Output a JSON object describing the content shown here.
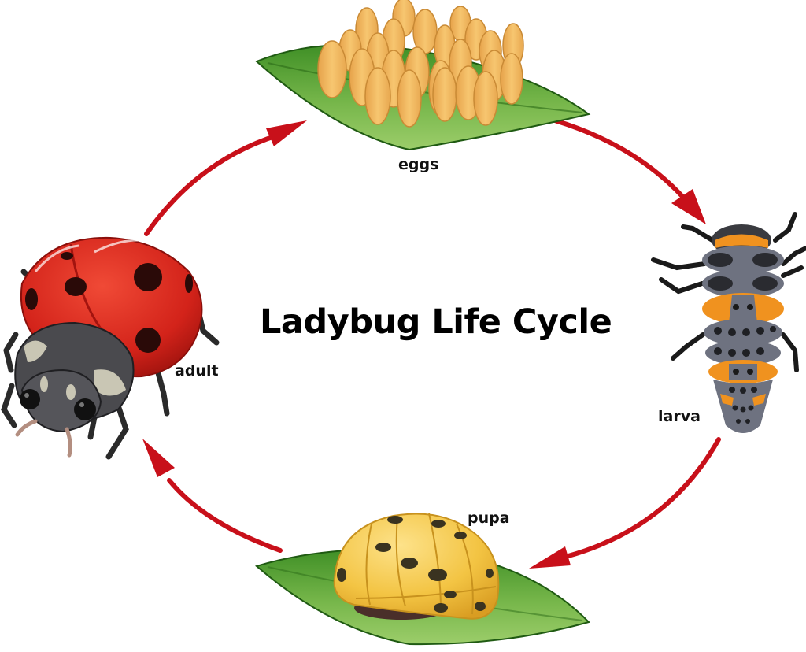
{
  "diagram": {
    "title": "Ladybug Life Cycle",
    "stages": [
      {
        "id": "eggs",
        "label": "eggs"
      },
      {
        "id": "larva",
        "label": "larva"
      },
      {
        "id": "pupa",
        "label": "pupa"
      },
      {
        "id": "adult",
        "label": "adult"
      }
    ],
    "flow": [
      {
        "from": "eggs",
        "to": "larva"
      },
      {
        "from": "larva",
        "to": "pupa"
      },
      {
        "from": "pupa",
        "to": "adult"
      },
      {
        "from": "adult",
        "to": "eggs"
      }
    ],
    "colors": {
      "arrow": "#c8101a",
      "leaf_dark": "#2f7a1e",
      "leaf_light": "#8cc45a",
      "egg": "#f2b85a",
      "ladybug_red": "#d9261c",
      "ladybug_spot": "#2a0a08",
      "larva_gray": "#6e7280",
      "larva_orange": "#f0921f",
      "pupa_yellow": "#f3c443",
      "text": "#111111"
    }
  }
}
